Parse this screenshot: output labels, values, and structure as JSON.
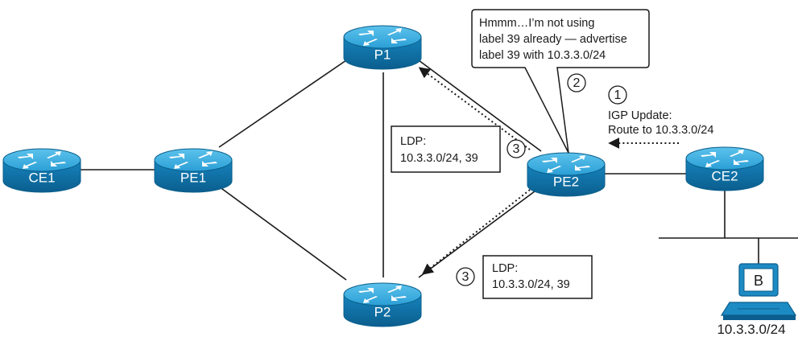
{
  "colors": {
    "router_body": "#1a8fc4",
    "router_top": "#3ab0e2",
    "router_dark": "#0a5f8c",
    "line": "#1a1a1a"
  },
  "routers": {
    "ce1": "CE1",
    "pe1": "PE1",
    "p1": "P1",
    "p2": "P2",
    "pe2": "PE2",
    "ce2": "CE2"
  },
  "host": {
    "label": "B",
    "subnet": "10.3.3.0/24",
    "icon": "pc-icon"
  },
  "callout": {
    "lines": [
      "Hmmm…I’m not using",
      "label 39 already — advertise",
      "label 39 with 10.3.3.0/24"
    ]
  },
  "steps": {
    "one": "1",
    "two": "2",
    "three_upper": "3",
    "three_lower": "3"
  },
  "igp_update": {
    "lines": [
      "IGP Update:",
      "Route to 10.3.3.0/24"
    ]
  },
  "ldp_upper": {
    "lines": [
      "LDP:",
      "10.3.3.0/24, 39"
    ]
  },
  "ldp_lower": {
    "lines": [
      "LDP:",
      "10.3.3.0/24, 39"
    ]
  }
}
